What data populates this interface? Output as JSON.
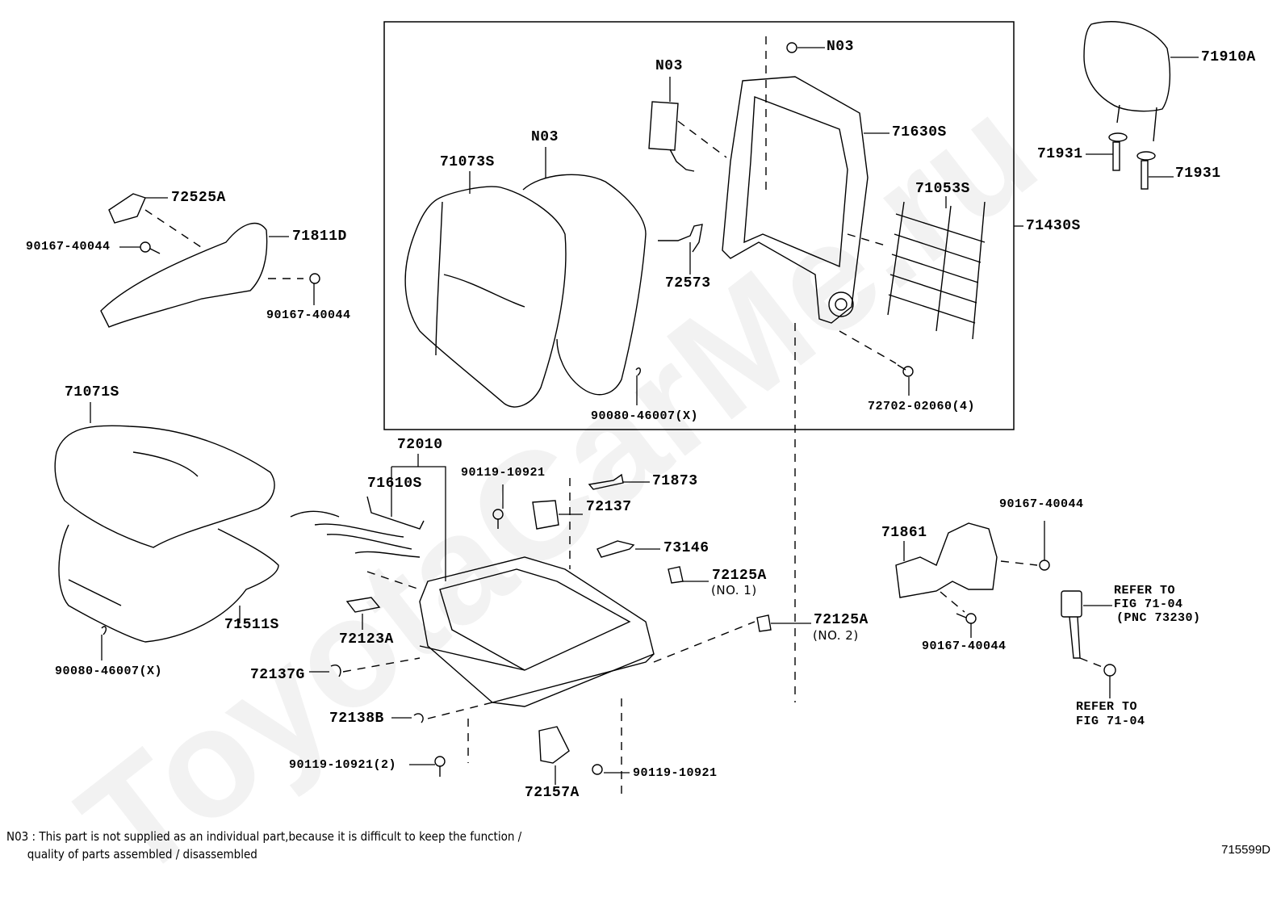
{
  "watermark": "ToyotaCarMe.ru",
  "labels": {
    "n03_top": "N03",
    "n03_airbag": "N03",
    "n03_cover": "N03",
    "p71910A": "71910A",
    "p71630S": "71630S",
    "p71073S": "71073S",
    "p71931_left": "71931",
    "p71931_right": "71931",
    "p72525A": "72525A",
    "p71811D": "71811D",
    "p90167_40044_a": "90167-40044",
    "p90167_40044_b": "90167-40044",
    "p71053S": "71053S",
    "p71430S": "71430S",
    "p72573": "72573",
    "p90080_46007_upper": "90080-46007(X)",
    "p72702_02060": "72702-02060(4)",
    "p71071S": "71071S",
    "p72010": "72010",
    "p90119_10921_a": "90119-10921",
    "p71873": "71873",
    "p71610S": "71610S",
    "p72137": "72137",
    "p73146": "73146",
    "p72125A_no1": "72125A",
    "p72125A_no1_sub": "(NO. 1)",
    "p72125A_no2": "72125A",
    "p72125A_no2_sub": "(NO. 2)",
    "p71511S": "71511S",
    "p72123A": "72123A",
    "p90080_46007_lower": "90080-46007(X)",
    "p72137G": "72137G",
    "p72138B": "72138B",
    "p90119_10921_2": "90119-10921(2)",
    "p90119_10921_b": "90119-10921",
    "p72157A": "72157A",
    "p71861": "71861",
    "p90167_40044_c": "90167-40044",
    "p90167_40044_d": "90167-40044",
    "refer_buckle_1": "REFER TO",
    "refer_buckle_2": "FIG 71-04",
    "refer_buckle_3": "(PNC 73230)",
    "refer_nut_1": "REFER TO",
    "refer_nut_2": "FIG 71-04"
  },
  "footnote": {
    "line1": "N03 : This part is not supplied as an individual part,because it is difficult to keep the function /",
    "line2": "      quality of parts assembled / disassembled"
  },
  "figure_code": "715599D"
}
